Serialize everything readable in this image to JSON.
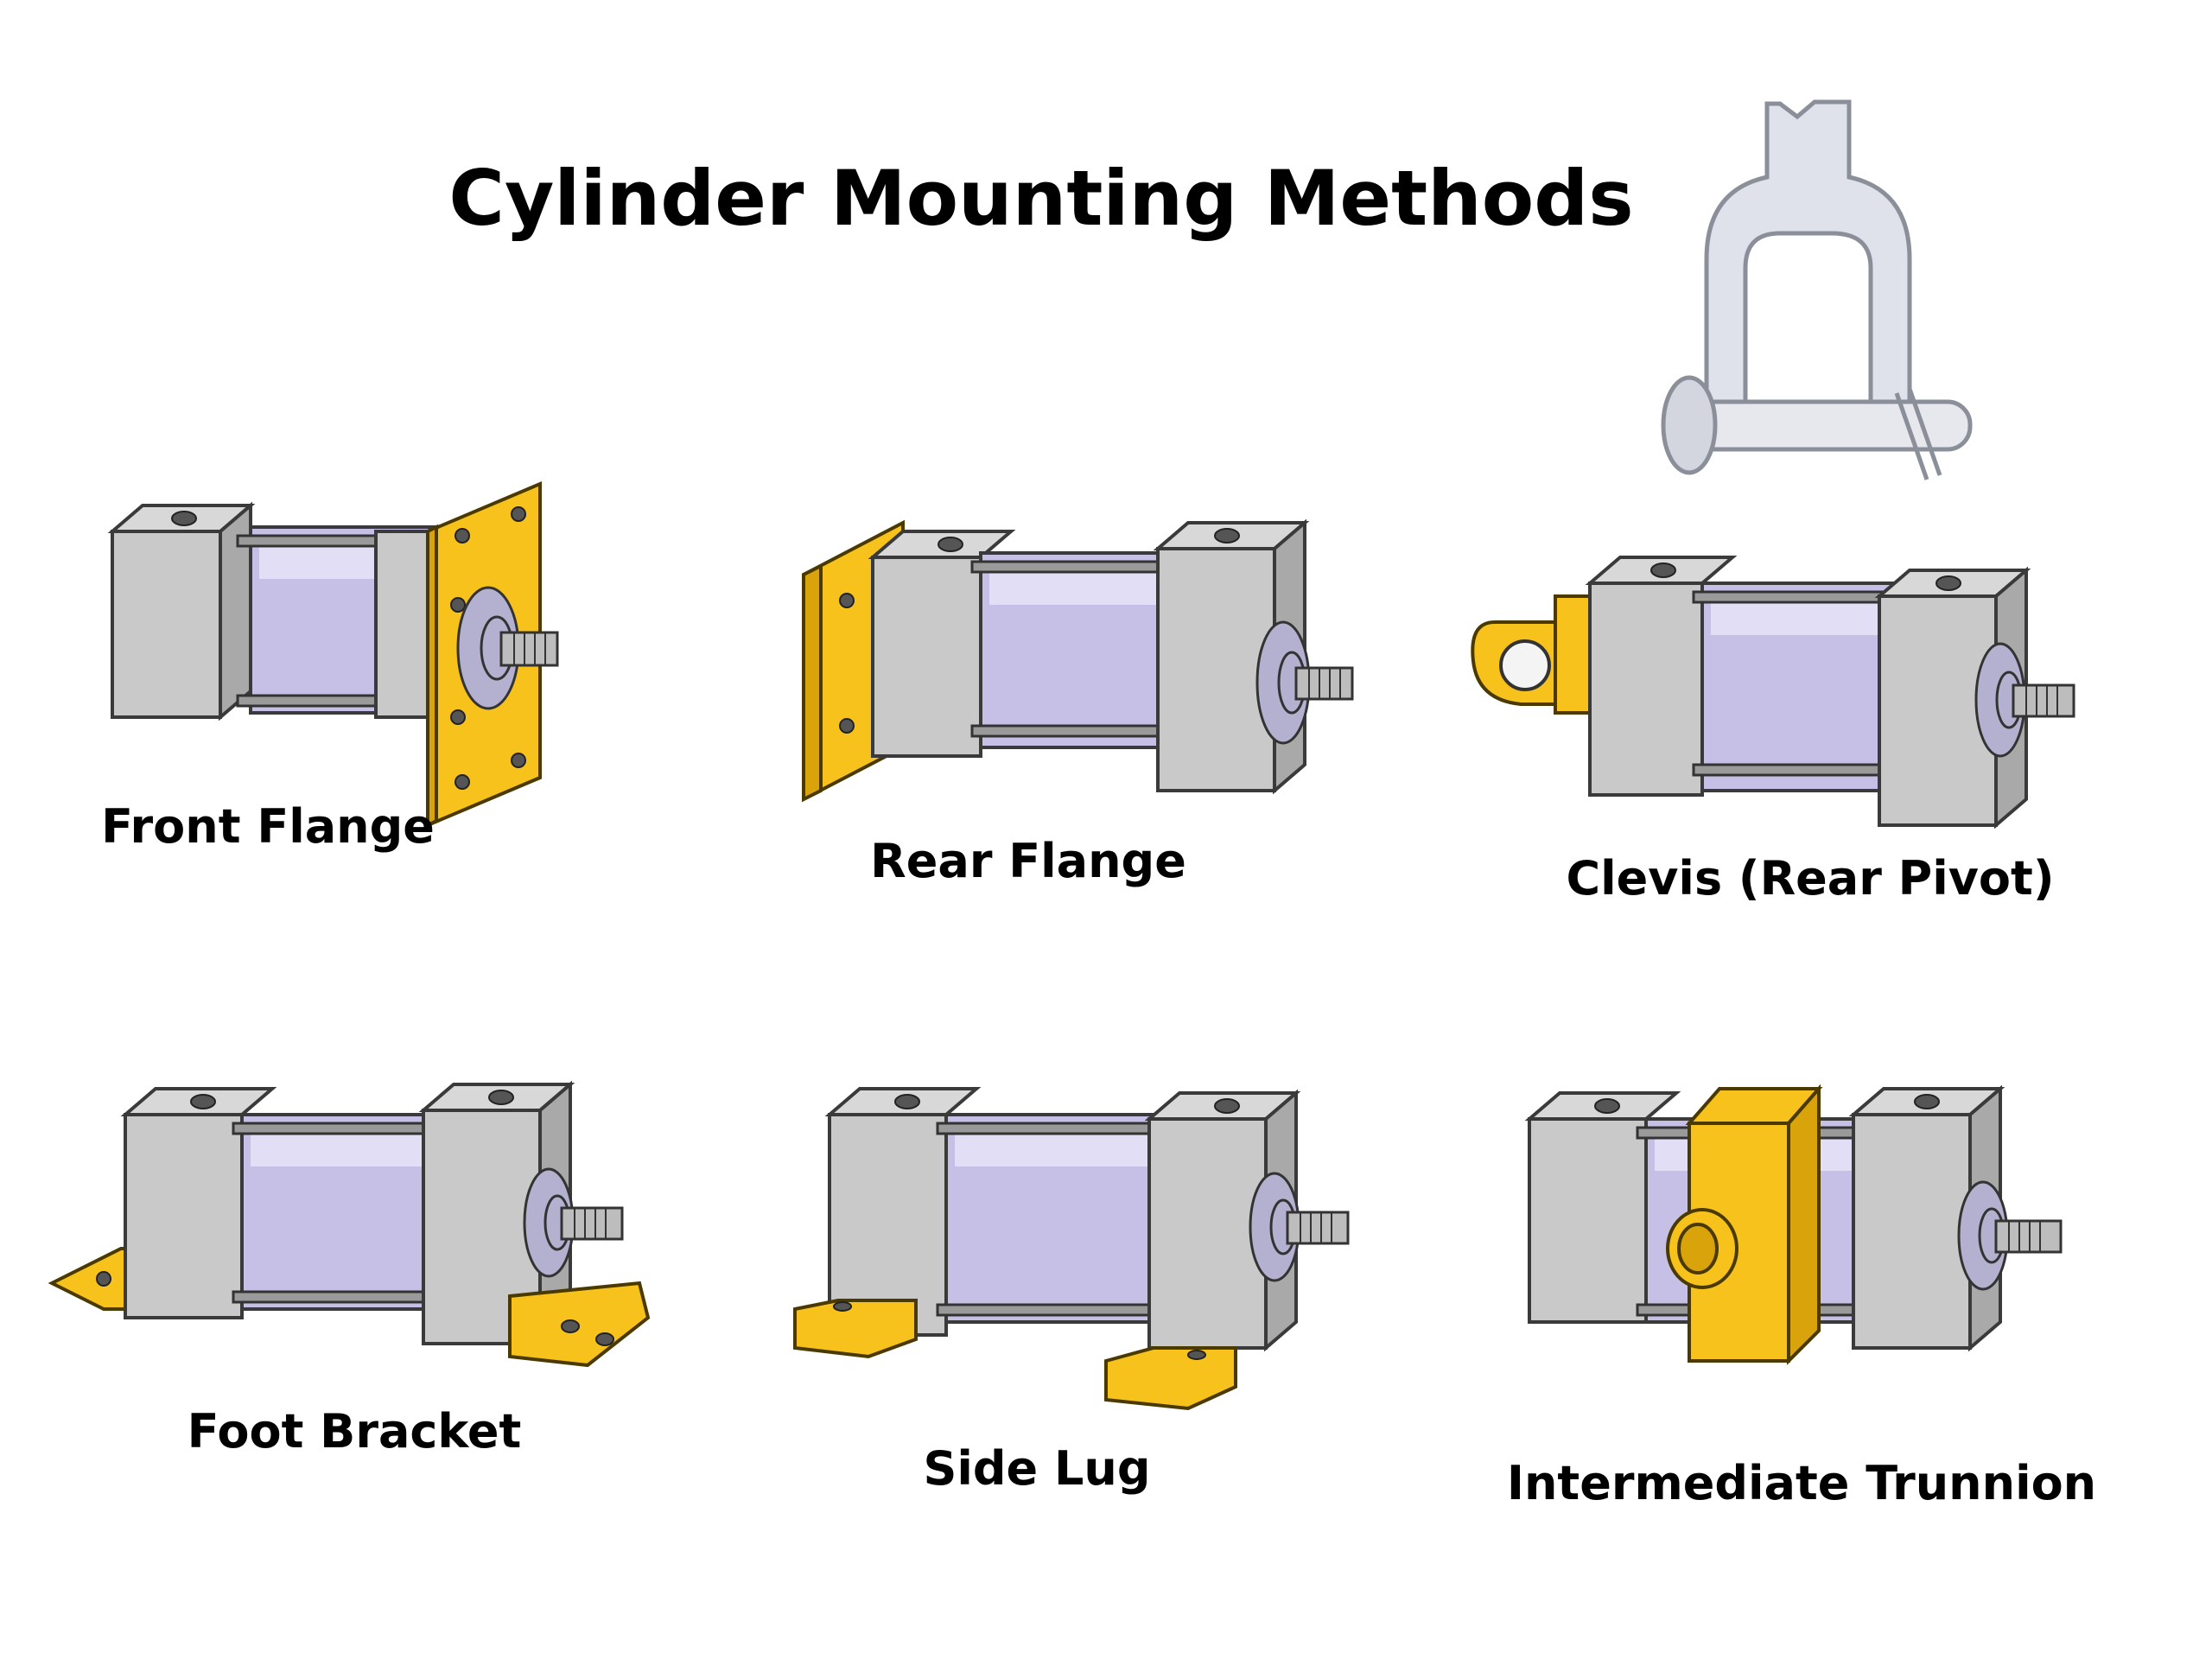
{
  "title": "Cylinder Mounting Methods",
  "mounts": [
    {
      "label": "Front Flange"
    },
    {
      "label": "Rear Flange"
    },
    {
      "label": "Clevis (Rear Pivot)"
    },
    {
      "label": "Foot Bracket"
    },
    {
      "label": "Side Lug"
    },
    {
      "label": "Intermediate Trunnion"
    }
  ],
  "colors": {
    "mount": "#f7c21c",
    "barrel": "#c6c0e6",
    "cap": "#c9c9c9"
  }
}
